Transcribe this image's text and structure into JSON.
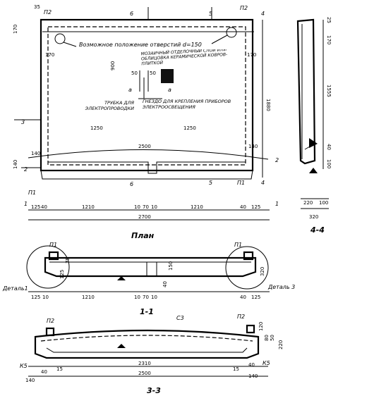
{
  "plan": {
    "marks": {
      "p2_left": "П2",
      "p2_right": "П2",
      "p1_left": "П1",
      "p1_right": "П1",
      "sec6": "6",
      "sec5": "5",
      "sec4": "4",
      "sec3": "3",
      "sec2": "2",
      "sec1": "1",
      "sec_a": "а"
    },
    "notes": {
      "holes": "Возможное положение отверстий  d=150",
      "tile": "МОЗАИЧНЫЙ ОТДЕЛОЧНЫЙ СЛОЙ ИЛИ ОБЛИЦОВКА КЕРАМИЧЕСКОЙ КОВРОВ-ПЛИТКОЙ",
      "tube": "ТРУБКА ДЛЯ ЭЛЕКТРОПРОВОДКИ",
      "socket": "ГНЕЗДО ДЛЯ КРЕПЛЕНИЯ ПРИБОРОВ ЭЛЕКТРООСВЕЩЕНИЯ"
    },
    "dims": {
      "d35": "35",
      "d170a": "170",
      "d170b": "170",
      "d170c": "170",
      "d900": "900",
      "d50a": "50",
      "d50b": "50",
      "d1250a": "1250",
      "d1250b": "1250",
      "d2500": "2500",
      "d140a": "140",
      "d140b": "140",
      "d140c": "140",
      "d1880": "1880",
      "b125": "125",
      "b40a": "40",
      "b1210a": "1210",
      "b10a": "10",
      "b70": "70",
      "b10b": "10",
      "b1210b": "1210",
      "b40b": "40",
      "b125b": "125",
      "b2700": "2700"
    },
    "title": "План"
  },
  "section44": {
    "dims": {
      "d25": "25",
      "d170": "170",
      "d1555": "1555",
      "d40": "40",
      "d100": "100",
      "d220": "220",
      "d100b": "100",
      "d320": "320"
    },
    "title": "4-4"
  },
  "section11": {
    "marks": {
      "p1a": "П1",
      "p1b": "П1",
      "detail1": "Деталь1",
      "detail3": "Деталь 3"
    },
    "dims": {
      "d125v": "125",
      "d75": "75",
      "d40v": "40",
      "d150": "150",
      "d320": "320",
      "b125": "125",
      "b10": "10",
      "b1210": "1210",
      "b10b": "10",
      "b70": "70",
      "b10c": "10",
      "b40": "40",
      "b125b": "125"
    },
    "title": "1-1"
  },
  "section33": {
    "marks": {
      "p2a": "П2",
      "p2b": "П2",
      "c3": "С3",
      "k5a": "К5",
      "k5b": "К5"
    },
    "dims": {
      "d120": "120",
      "d80": "80",
      "d50": "50",
      "d220": "220",
      "d40a": "40",
      "d15a": "15",
      "d2310": "2310",
      "d15b": "15",
      "d40b": "40",
      "d140a": "140",
      "d2500": "2500",
      "d140b": "140"
    },
    "title": "3-3"
  }
}
